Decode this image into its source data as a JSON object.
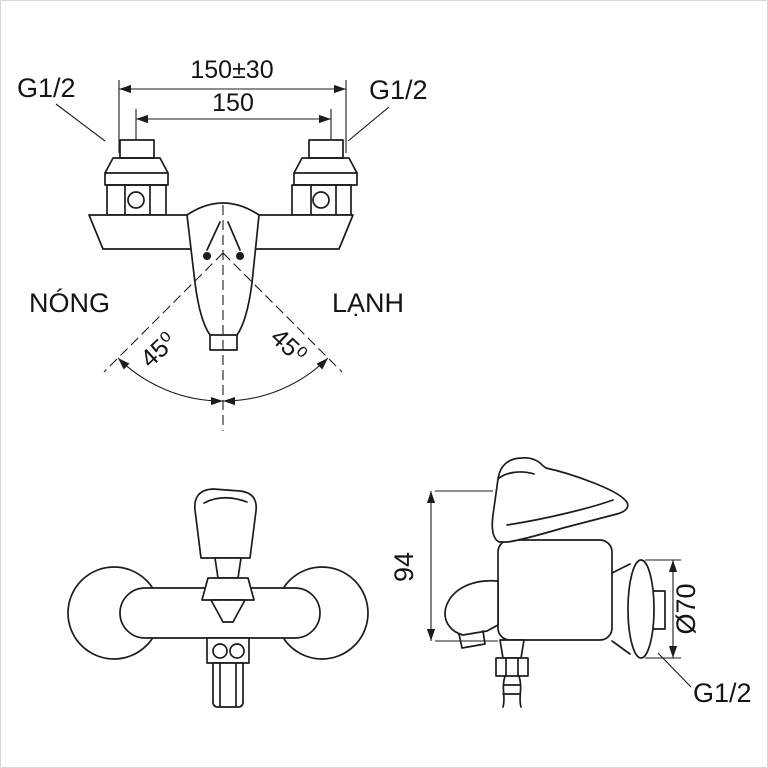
{
  "drawing": {
    "top_view": {
      "dim_span_tolerance": "150±30",
      "dim_span": "150",
      "thread_left": "G1/2",
      "thread_right": "G1/2",
      "hot_label": "NÓNG",
      "cold_label": "LẠNH",
      "angle_left": "45⁰",
      "angle_right": "45⁰"
    },
    "side_view": {
      "dim_height": "94",
      "dim_flange_diameter": "Ø70",
      "thread_bottom": "G1/2"
    },
    "colors": {
      "line": "#1c1c1c",
      "background": "#ffffff"
    }
  }
}
